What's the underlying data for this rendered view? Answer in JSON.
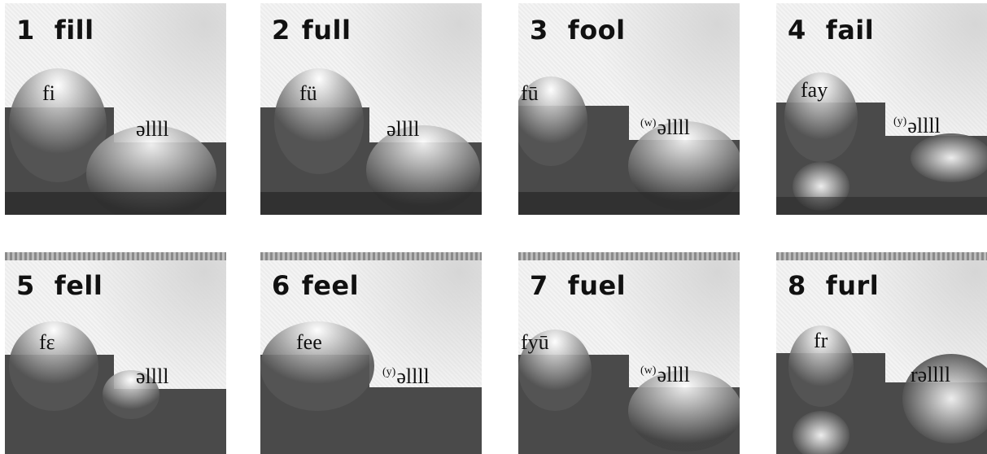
{
  "panels": [
    {
      "number": "1",
      "word": "fill",
      "onset": "fi",
      "coda_prefix": "",
      "coda": "əllll"
    },
    {
      "number": "2",
      "word": "full",
      "onset": "fü",
      "coda_prefix": "",
      "coda": "əllll"
    },
    {
      "number": "3",
      "word": "fool",
      "onset": "fū",
      "coda_prefix": "(w)",
      "coda": "əllll"
    },
    {
      "number": "4",
      "word": "fail",
      "onset": "fay",
      "coda_prefix": "(y)",
      "coda": "əllll"
    },
    {
      "number": "5",
      "word": "fell",
      "onset": "fε",
      "coda_prefix": "",
      "coda": "əllll"
    },
    {
      "number": "6",
      "word": "feel",
      "onset": "fee",
      "coda_prefix": "(y)",
      "coda": "əllll"
    },
    {
      "number": "7",
      "word": "fuel",
      "onset": "fyū",
      "coda_prefix": "(w)",
      "coda": "əllll"
    },
    {
      "number": "8",
      "word": "furl",
      "onset": "fr",
      "coda_prefix": "",
      "coda": "rəllll"
    }
  ]
}
